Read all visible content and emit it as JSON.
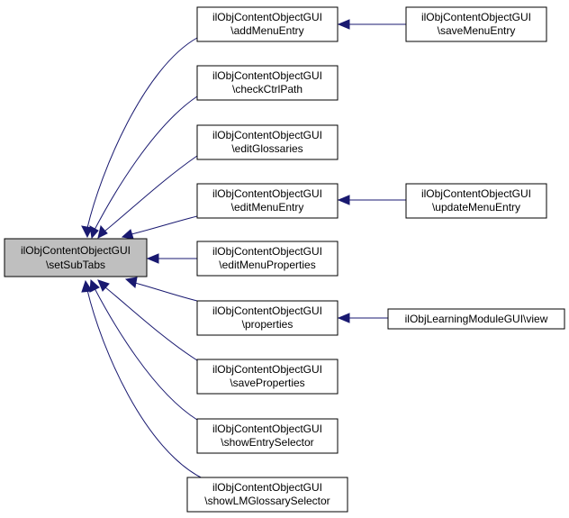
{
  "graph": {
    "focus": {
      "line1": "ilObjContentObjectGUI",
      "line2": "\\setSubTabs"
    },
    "callers": [
      {
        "id": "addMenuEntry",
        "line1": "ilObjContentObjectGUI",
        "line2": "\\addMenuEntry"
      },
      {
        "id": "checkCtrlPath",
        "line1": "ilObjContentObjectGUI",
        "line2": "\\checkCtrlPath"
      },
      {
        "id": "editGlossaries",
        "line1": "ilObjContentObjectGUI",
        "line2": "\\editGlossaries"
      },
      {
        "id": "editMenuEntry",
        "line1": "ilObjContentObjectGUI",
        "line2": "\\editMenuEntry"
      },
      {
        "id": "editMenuProperties",
        "line1": "ilObjContentObjectGUI",
        "line2": "\\editMenuProperties"
      },
      {
        "id": "properties",
        "line1": "ilObjContentObjectGUI",
        "line2": "\\properties"
      },
      {
        "id": "saveProperties",
        "line1": "ilObjContentObjectGUI",
        "line2": "\\saveProperties"
      },
      {
        "id": "showEntrySelector",
        "line1": "ilObjContentObjectGUI",
        "line2": "\\showEntrySelector"
      },
      {
        "id": "showLMGlossarySelector",
        "line1": "ilObjContentObjectGUI",
        "line2": "\\showLMGlossarySelector"
      }
    ],
    "second_level": [
      {
        "id": "saveMenuEntry",
        "target": "addMenuEntry",
        "line1": "ilObjContentObjectGUI",
        "line2": "\\saveMenuEntry"
      },
      {
        "id": "updateMenuEntry",
        "target": "editMenuEntry",
        "line1": "ilObjContentObjectGUI",
        "line2": "\\updateMenuEntry"
      },
      {
        "id": "view",
        "target": "properties",
        "line1": "ilObjLearningModuleGUI\\view",
        "line2": ""
      }
    ],
    "colors": {
      "edge": "#191970",
      "focus_fill": "#bfbfbf",
      "node_fill": "#ffffff",
      "border": "#000000"
    }
  }
}
